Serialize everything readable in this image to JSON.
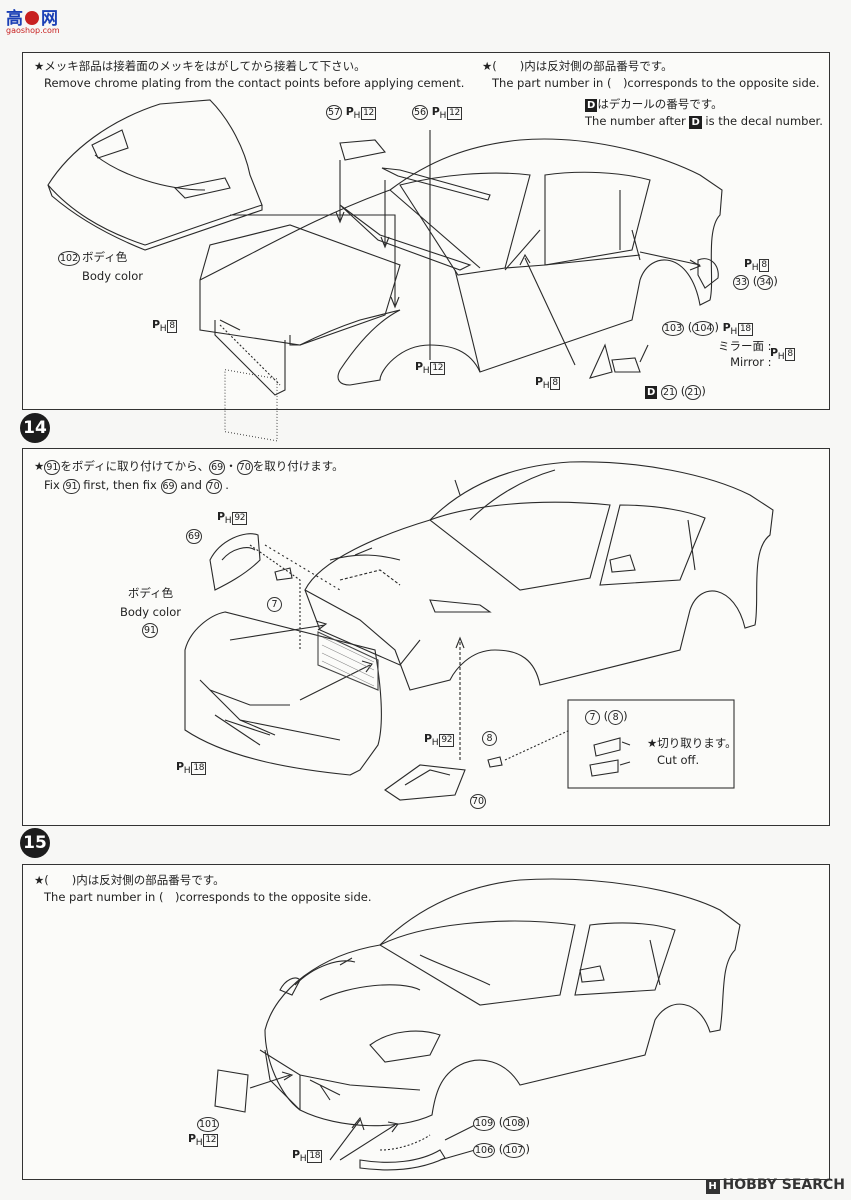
{
  "watermark_top": {
    "chars": "高",
    "char2": "网",
    "url": "gaoshop.com"
  },
  "watermark_bottom": "HOBBY SEARCH",
  "step13": {
    "note_jp": "★メッキ部品は接着面のメッキをはがしてから接着して下さい。",
    "note_en": "Remove chrome plating from the contact points before applying cement.",
    "note2_jp": "★(　　)内は反対側の部品番号です。",
    "note2_en": "The part number in (　)corresponds to the opposite side.",
    "decal_jp": "はデカールの番号です。",
    "decal_en_a": "The number after",
    "decal_en_b": "is the decal number.",
    "parts": {
      "p57": "57",
      "p56": "56",
      "p102": "102",
      "p33": "33",
      "p34": "34",
      "p103": "103",
      "p104": "104",
      "d21a": "21",
      "d21b": "21"
    },
    "body_color_jp": "ボディ色",
    "body_color_en": "Body color",
    "mirror_jp": "ミラー面 :",
    "mirror_en": "Mirror :",
    "ph8": "8",
    "ph12": "12",
    "ph18": "18"
  },
  "step14": {
    "number": "14",
    "note_jp_a": "★",
    "note_jp_b": "をボディに取り付けてから、",
    "note_jp_c": "を取り付けます。",
    "note_en_a": "Fix",
    "note_en_b": "first, then fix",
    "note_en_c": "and",
    "parts": {
      "p91": "91",
      "p69": "69",
      "p70": "70",
      "p7": "7",
      "p8": "8"
    },
    "body_color_jp": "ボディ色",
    "body_color_en": "Body color",
    "cut_jp": "★切り取ります。",
    "cut_en": "Cut off.",
    "ph92": "92",
    "ph18": "18"
  },
  "step15": {
    "number": "15",
    "note_jp": "★(　　)内は反対側の部品番号です。",
    "note_en": "The part number in (　)corresponds to the opposite side.",
    "parts": {
      "p101": "101",
      "p109": "109",
      "p108": "108",
      "p106": "106",
      "p107": "107"
    },
    "ph12": "12",
    "ph18": "18"
  },
  "ph_prefix": "P",
  "ph_sub": "H",
  "d_label": "D",
  "paren_open": "(",
  "paren_close": ")",
  "dot": "・",
  "period": "."
}
